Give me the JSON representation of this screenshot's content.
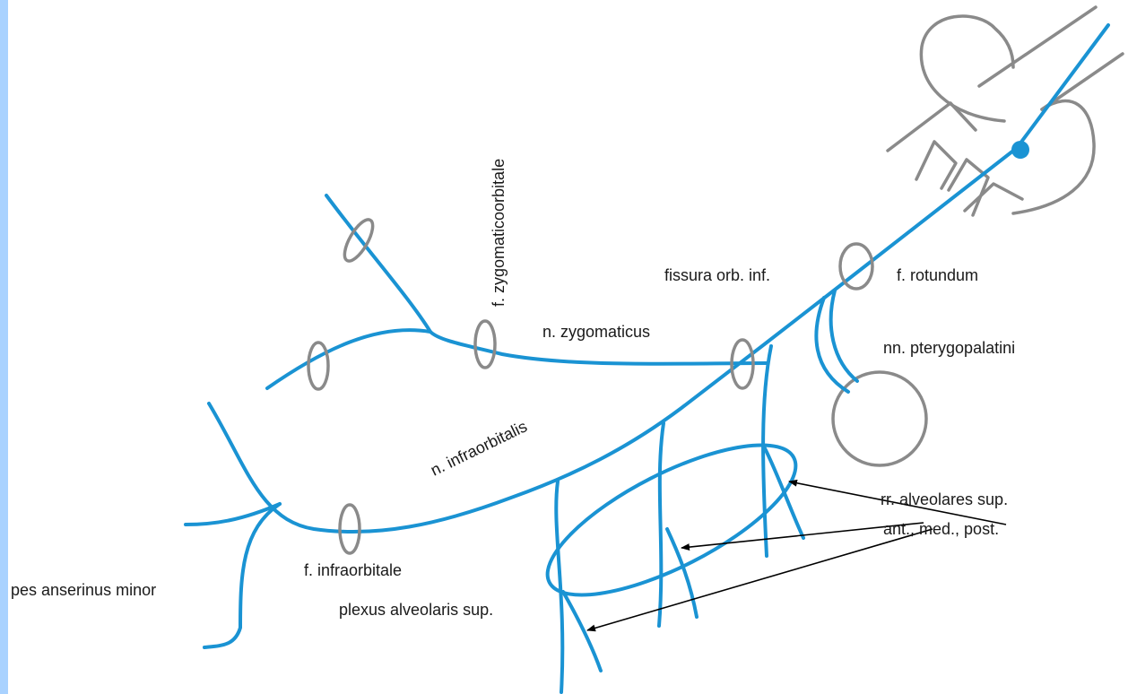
{
  "colors": {
    "nerve": "#1a93d3",
    "bone": "#8a8a8a",
    "left_bar": "#a9d2ff",
    "label": "#1a1a1a"
  },
  "labels": {
    "zygomaticoorbitale": "f. zygomaticoorbitale",
    "fissura": "fissura orb. inf.",
    "rotundum": "f. rotundum",
    "zygomaticus": "n. zygomaticus",
    "pterygopalatini": "nn. pterygopalatini",
    "infraorbitalis": "n. infraorbitalis",
    "alveolares_1": "rr. alveolares sup.",
    "alveolares_2": "ant., med., post.",
    "infraorbitale": "f. infraorbitale",
    "pes": "pes anserinus minor",
    "plexus": "plexus alveolaris sup."
  }
}
